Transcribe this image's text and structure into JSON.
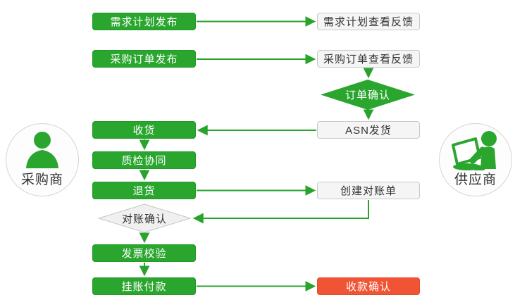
{
  "diagram": {
    "title": "procurement collaboration flow",
    "actors": {
      "buyer": {
        "label": "采购商"
      },
      "supplier": {
        "label": "供应商"
      }
    },
    "nodes": {
      "demand_plan_publish": {
        "label": "需求计划发布",
        "type": "process-buyer"
      },
      "demand_plan_feedback": {
        "label": "需求计划查看反馈",
        "type": "process-supplier"
      },
      "purchase_order_publish": {
        "label": "采购订单发布",
        "type": "process-buyer"
      },
      "purchase_order_feedback": {
        "label": "采购订单查看反馈",
        "type": "process-supplier"
      },
      "order_confirm": {
        "label": "订单确认",
        "type": "decision-green"
      },
      "receive_goods": {
        "label": "收货",
        "type": "process-buyer"
      },
      "asn_ship": {
        "label": "ASN发货",
        "type": "process-supplier"
      },
      "quality_check": {
        "label": "质检协同",
        "type": "process-buyer"
      },
      "return_goods": {
        "label": "退货",
        "type": "process-buyer"
      },
      "create_statement": {
        "label": "创建对账单",
        "type": "process-supplier"
      },
      "reconcile_confirm": {
        "label": "对账确认",
        "type": "decision-gray"
      },
      "invoice_check": {
        "label": "发票校验",
        "type": "process-buyer"
      },
      "book_payment": {
        "label": "挂账付款",
        "type": "process-buyer"
      },
      "receipt_confirm": {
        "label": "收款确认",
        "type": "process-highlight"
      }
    },
    "edges": [
      {
        "from": "demand_plan_publish",
        "to": "demand_plan_feedback"
      },
      {
        "from": "purchase_order_publish",
        "to": "purchase_order_feedback"
      },
      {
        "from": "purchase_order_feedback",
        "to": "order_confirm"
      },
      {
        "from": "order_confirm",
        "to": "asn_ship"
      },
      {
        "from": "asn_ship",
        "to": "receive_goods"
      },
      {
        "from": "receive_goods",
        "to": "quality_check"
      },
      {
        "from": "quality_check",
        "to": "return_goods"
      },
      {
        "from": "return_goods",
        "to": "create_statement"
      },
      {
        "from": "create_statement",
        "to": "reconcile_confirm"
      },
      {
        "from": "reconcile_confirm",
        "to": "invoice_check"
      },
      {
        "from": "invoice_check",
        "to": "book_payment"
      },
      {
        "from": "book_payment",
        "to": "receipt_confirm"
      }
    ],
    "colors": {
      "green": "#2aa62f",
      "arrow_green": "#28a42d",
      "red": "#f05434",
      "gray_fill": "#f0f0f0",
      "gray_border": "#c5c5c5",
      "white_box_fill": "#f5f5f5",
      "white_box_border": "#c9c9c9",
      "text_dark": "#333333",
      "text_light": "#ffffff"
    }
  }
}
